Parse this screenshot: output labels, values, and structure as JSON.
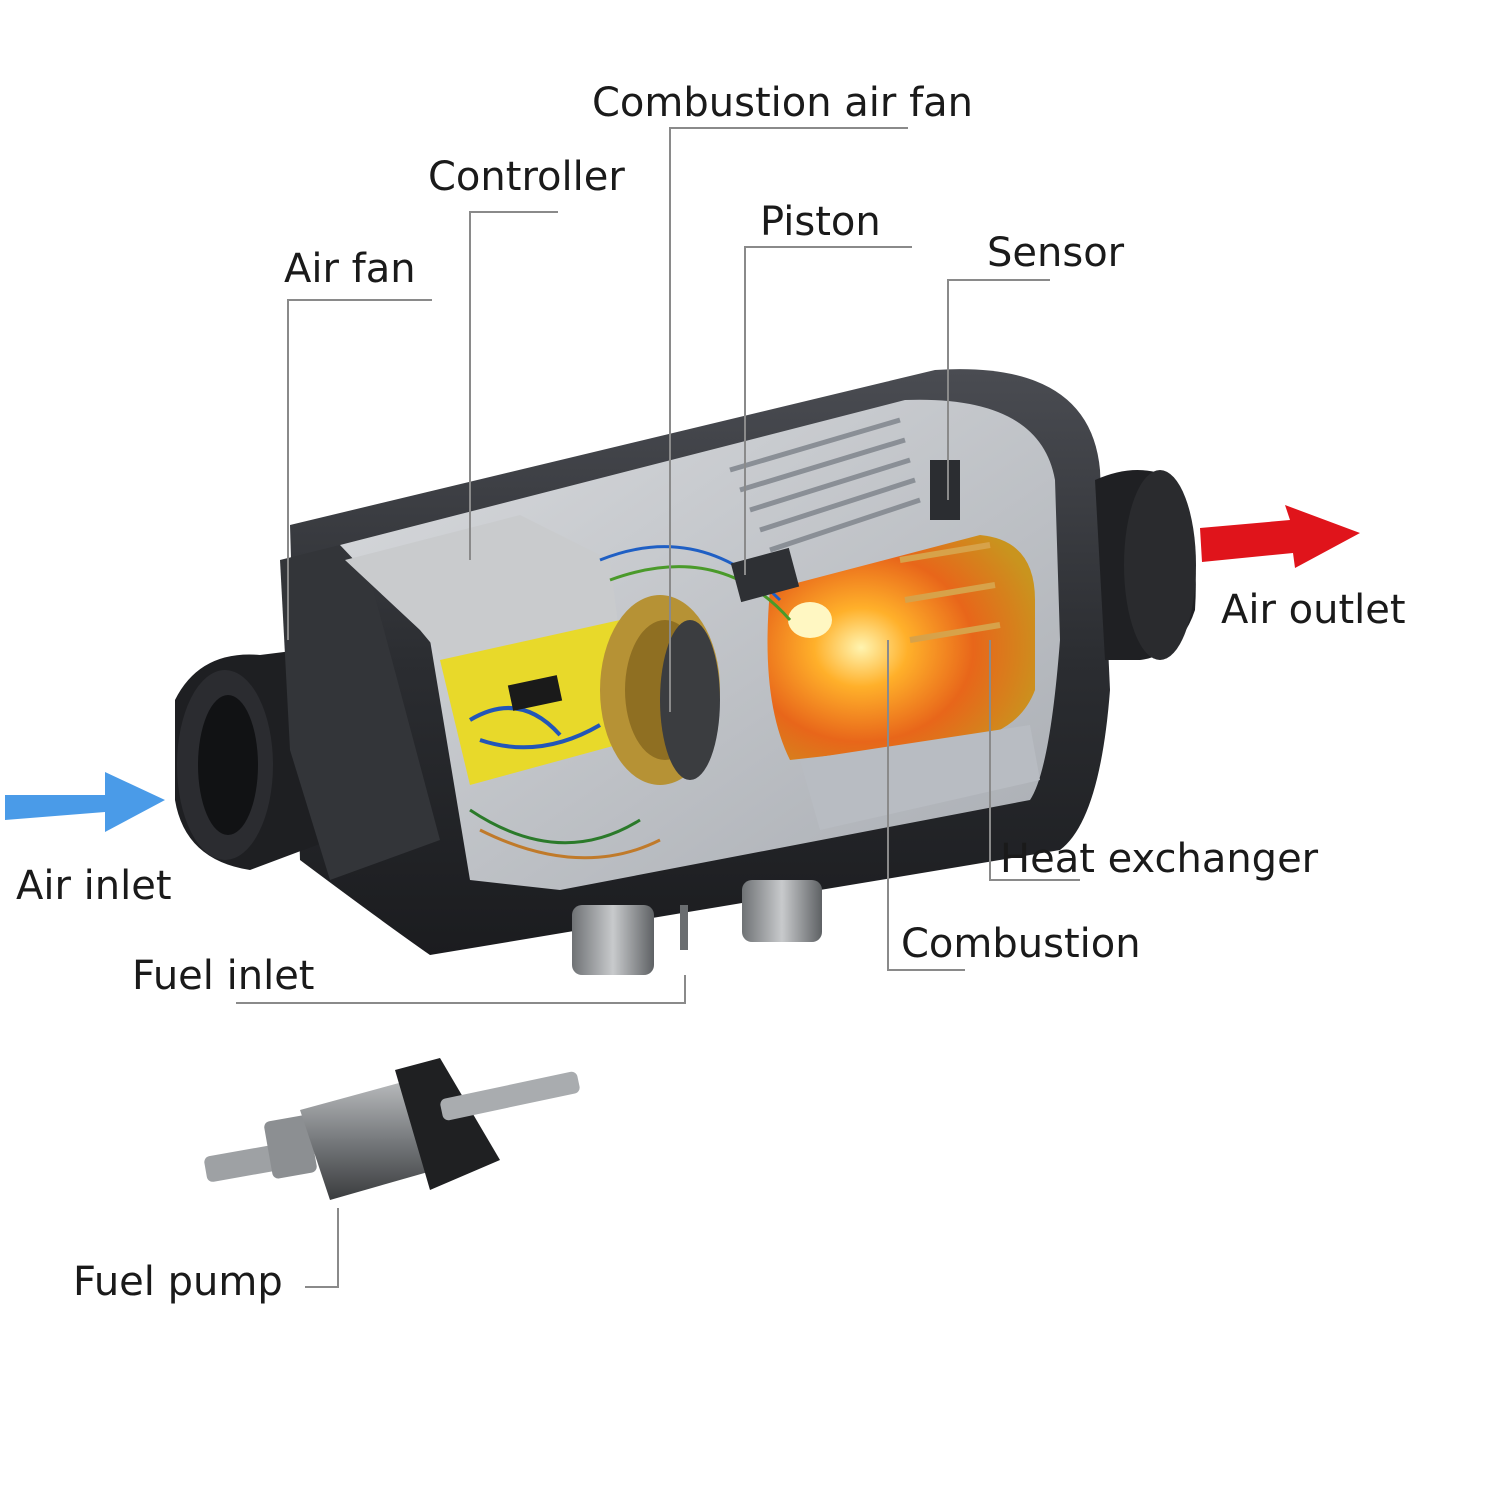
{
  "labels": {
    "combustion_air_fan": "Combustion air fan",
    "controller": "Controller",
    "piston": "Piston",
    "sensor": "Sensor",
    "air_fan": "Air fan",
    "air_outlet": "Air outlet",
    "air_inlet": "Air inlet",
    "heat_exchanger": "Heat exchanger",
    "combustion": "Combustion",
    "fuel_inlet": "Fuel inlet",
    "fuel_pump": "Fuel pump"
  },
  "colors": {
    "inlet_arrow": "#4a9be8",
    "outlet_arrow": "#e0141b",
    "housing": "#2b2d31",
    "controller_board": "#e8d92a",
    "flame": "#f07a1a"
  }
}
